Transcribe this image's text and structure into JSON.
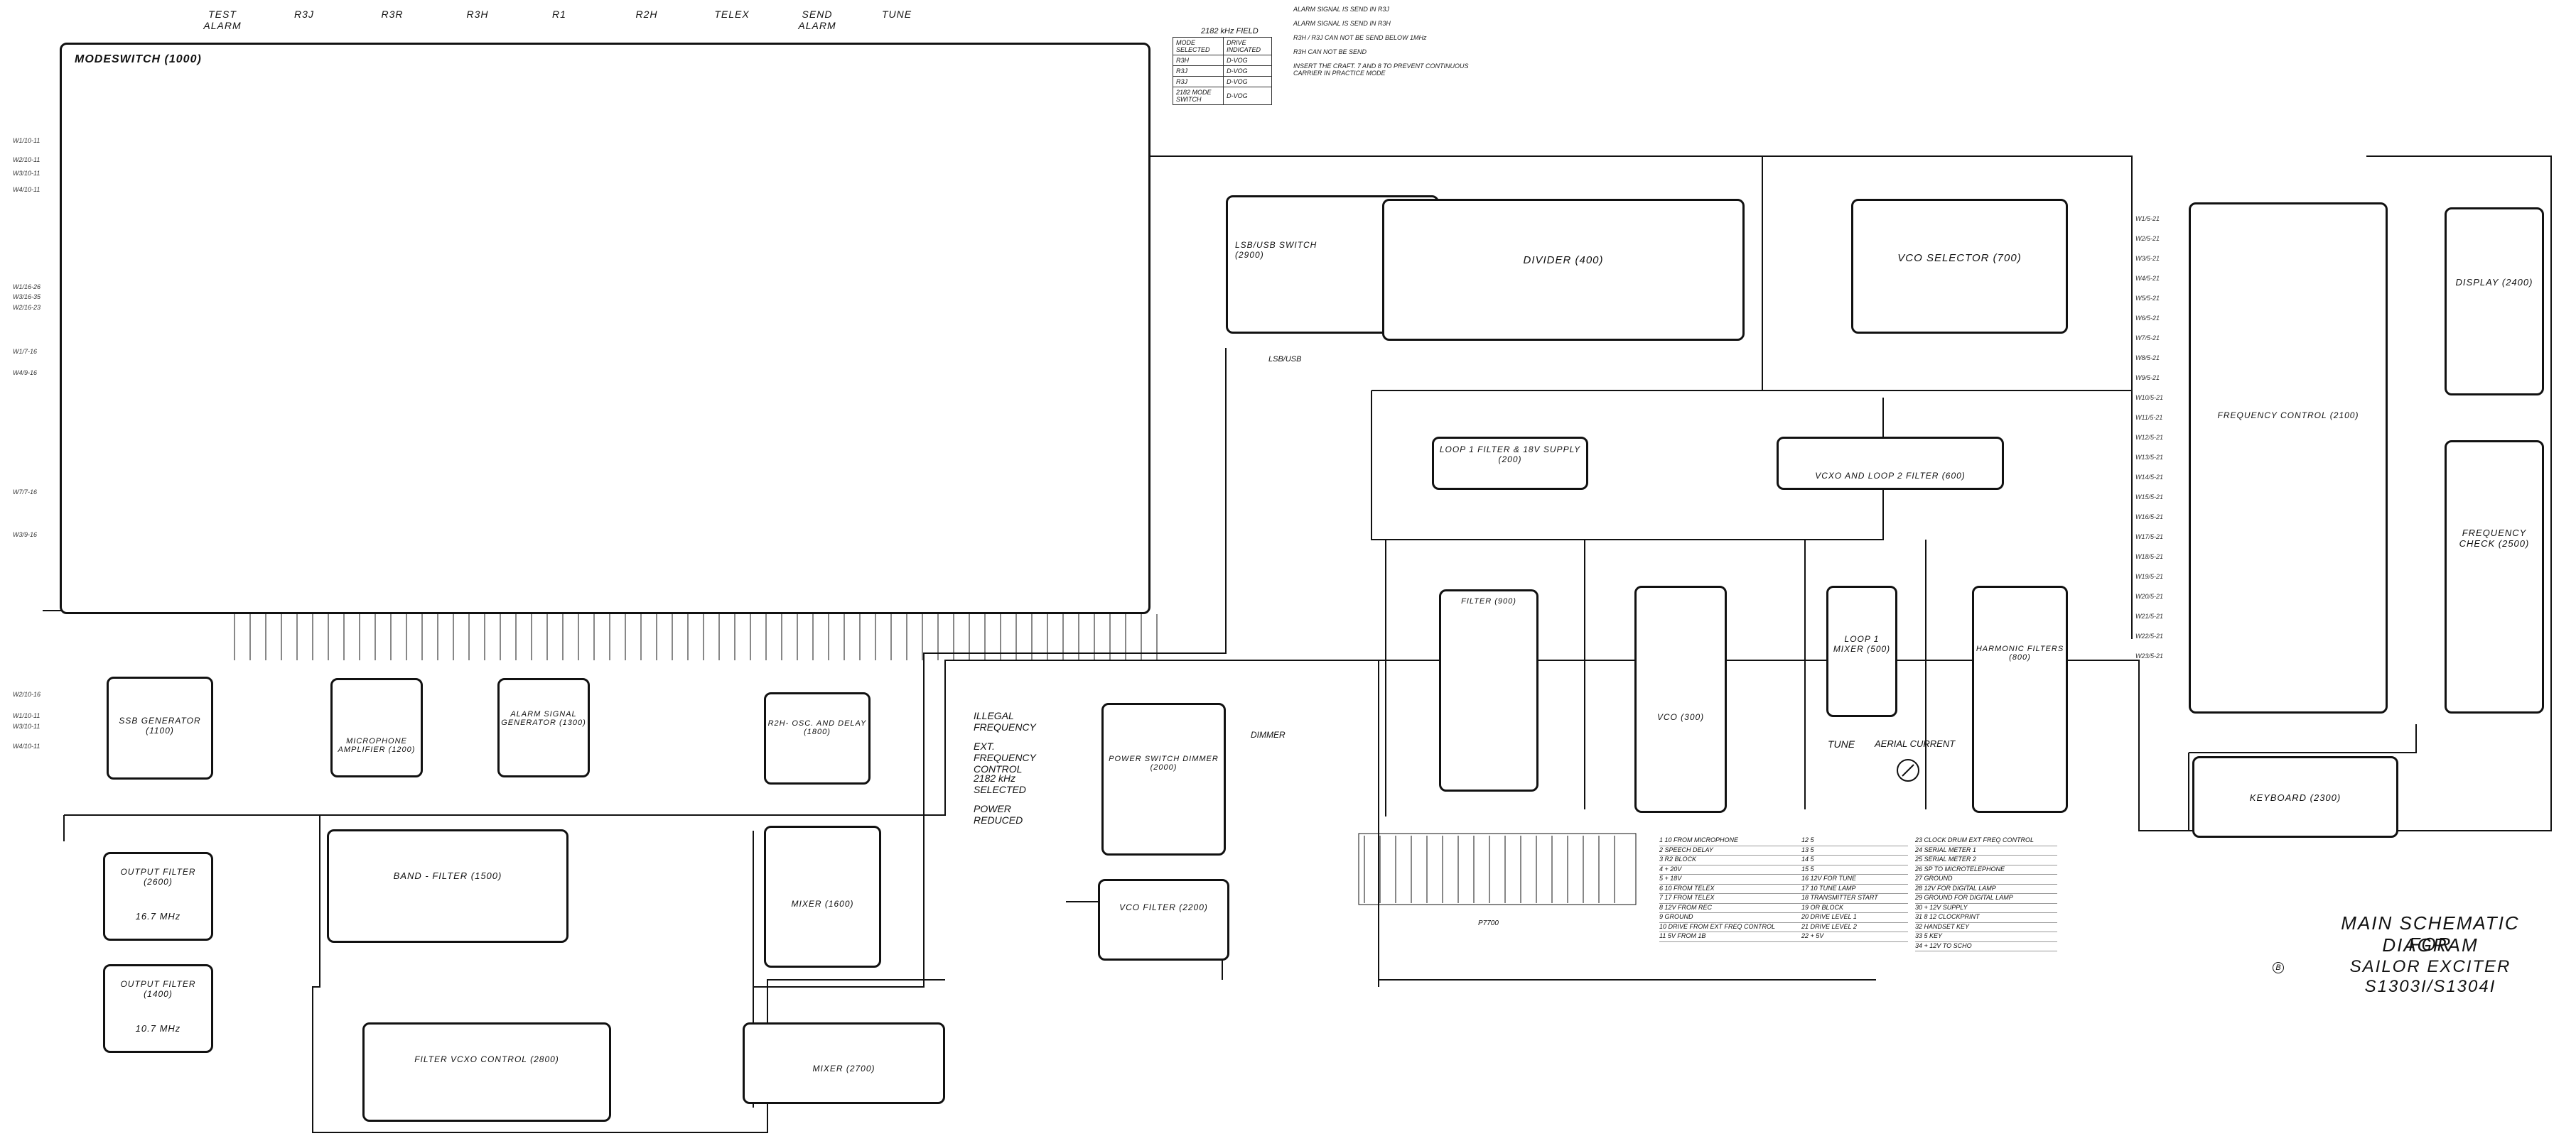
{
  "top_labels": [
    "TEST ALARM",
    "R3J",
    "R3R",
    "R3H",
    "R1",
    "R2H",
    "TELEX",
    "SEND ALARM",
    "TUNE"
  ],
  "blocks": {
    "modeswitch": "MODESWITCH (1000)",
    "lsb_usb_switch": "LSB/USB SWITCH (2900)",
    "divider": "DIVIDER (400)",
    "vco_selector": "VCO SELECTOR (700)",
    "display": "DISPLAY (2400)",
    "loop1_filter": "LOOP 1 FILTER & 18V SUPPLY (200)",
    "vcxo_loop2": "VCXO AND LOOP 2 FILTER (600)",
    "frequency_control": "FREQUENCY CONTROL (2100)",
    "frequency_check": "FREQUENCY CHECK (2500)",
    "filter_900": "FILTER (900)",
    "vco_300": "VCO (300)",
    "loop1_mixer": "LOOP 1 MIXER (500)",
    "harmonic_filters": "HARMONIC FILTERS (800)",
    "ssb_generator": "SSB GENERATOR (1100)",
    "microphone_amplifier": "MICROPHONE AMPLIFIER (1200)",
    "alarm_signal_generator": "ALARM SIGNAL GENERATOR (1300)",
    "r2h_osc": "R2H- OSC. AND DELAY (1800)",
    "power_switch": "POWER SWITCH DIMMER (2000)",
    "keyboard": "KEYBOARD (2300)",
    "output_filter_2600": "OUTPUT FILTER (2600)",
    "output_filter_1400": "OUTPUT FILTER (1400)",
    "band_filter": "BAND - FILTER (1500)",
    "mixer_1600": "MIXER (1600)",
    "vco_filter": "VCO FILTER (2200)",
    "vcxo_control": "FILTER    VCXO CONTROL (2800)",
    "mixer_2700": "MIXER (2700)"
  },
  "sub_labels": {
    "out_2600_freq": "16.7 MHz",
    "out_1400_freq": "10.7 MHz",
    "dimmer": "DIMMER",
    "tune": "TUNE",
    "aerial_current": "AERIAL CURRENT",
    "lsb_usb_out": "LSB/USB",
    "ptt": "P7700"
  },
  "status_labels": [
    "ILLEGAL FREQUENCY",
    "EXT. FREQUENCY CONTROL",
    "2182 kHz SELECTED",
    "POWER REDUCED"
  ],
  "field_table": {
    "title": "2182 kHz FIELD",
    "rows": [
      [
        "MODE SELECTED",
        "DRIVE INDICATED"
      ],
      [
        "R3H",
        "D-VOG"
      ],
      [
        "R3J",
        "D-VOG"
      ],
      [
        "R3J",
        "D-VOG"
      ],
      [
        "2182 MODE SWITCH",
        "D-VOG"
      ]
    ]
  },
  "notes": [
    "ALARM SIGNAL IS SEND IN R3J",
    "ALARM SIGNAL IS SEND IN R3H",
    "R3H / R3J CAN NOT BE SEND BELOW 1MHz",
    "R3H CAN NOT BE SEND",
    "INSERT THE CRAFT. 7 AND 8 TO PREVENT CONTINUOUS CARRIER IN PRACTICE MODE"
  ],
  "legend_col1": [
    "1  10 FROM MICROPHONE",
    "2  SPEECH DELAY",
    "3  R2 BLOCK",
    "4  + 20V",
    "5  + 18V",
    "6  10 FROM TELEX",
    "7  17 FROM TELEX",
    "8  12V FROM REC",
    "9  GROUND",
    "10 DRIVE FROM EXT FREQ CONTROL",
    "11 5V FROM 1B"
  ],
  "legend_col2": [
    "12 5",
    "13 5",
    "14 5",
    "15 5",
    "16 12V FOR TUNE",
    "17 10 TUNE LAMP",
    "18 TRANSMITTER START",
    "19 OR BLOCK",
    "20 DRIVE LEVEL 1",
    "21 DRIVE LEVEL 2",
    "22 + 5V"
  ],
  "legend_col3": [
    "23 CLOCK DRUM EXT FREQ CONTROL",
    "24 SERIAL METER 1",
    "25 SERIAL METER 2",
    "26 SP TO MICROTELEPHONE",
    "27 GROUND",
    "28 12V FOR DIGITAL LAMP",
    "29 GROUND FOR DIGITAL LAMP",
    "30 + 12V SUPPLY",
    "31 8 12 CLOCKPRINT",
    "32 HANDSET KEY",
    "33 5 KEY",
    "34 + 12V TO SCHO"
  ],
  "title": {
    "line1": "MAIN SCHEMATIC DIAGRAM",
    "line2": "FOR",
    "line3": "SAILOR EXCITER S1303I/S1304I",
    "sheet": "B"
  },
  "left_wires": [
    "W1/10-11",
    "W2/10-11",
    "W3/10-11",
    "W4/10-11",
    "W1/16-26",
    "W3/16-35",
    "W2/16-23",
    "W1/7-16",
    "W4/9-16",
    "W7/7-16",
    "W3/9-16",
    "W2/10-16",
    "W1/10-11",
    "W3/10-11",
    "W4/10-11"
  ],
  "right_wires": [
    "W1/5-21",
    "W2/5-21",
    "W3/5-21",
    "W4/5-21",
    "W5/5-21",
    "W6/5-21",
    "W7/5-21",
    "W8/5-21",
    "W9/5-21",
    "W10/5-21",
    "W11/5-21",
    "W12/5-21",
    "W13/5-21",
    "W14/5-21",
    "W15/5-21",
    "W16/5-21",
    "W17/5-21",
    "W18/5-21",
    "W19/5-21",
    "W20/5-21",
    "W21/5-21",
    "W22/5-21",
    "W23/5-21"
  ]
}
